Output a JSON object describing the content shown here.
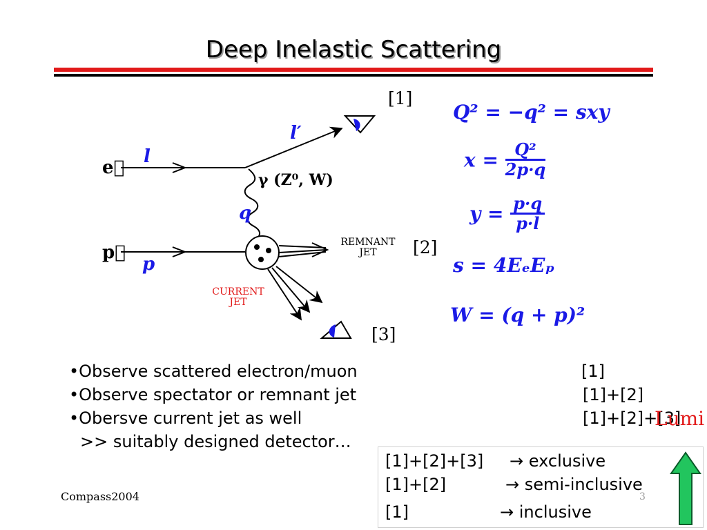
{
  "slide": {
    "title": "Deep Inelastic Scattering",
    "footer": "Compass2004",
    "page_number": "3"
  },
  "diagram": {
    "lepton_in_label": "e⃗",
    "lepton_in_var": "l",
    "lepton_out_var": "l′",
    "proton_label": "p⃗",
    "proton_var": "p",
    "boson_label": "γ (Z⁰, W)",
    "boson_var": "q",
    "remnant_label_1": "REMNANT",
    "remnant_label_2": "JET",
    "current_label_1": "CURRENT",
    "current_label_2": "JET",
    "ref_1": "[1]",
    "ref_2": "[2]",
    "ref_3": "[3]",
    "colors": {
      "var": "#1a1ae6",
      "current": "#e21a1a",
      "line": "#000000",
      "detector_fill": "#1a1ae6"
    }
  },
  "formulas": {
    "q2": "Q² = −q² = sxy",
    "x_lhs": "x =",
    "x_num": "Q²",
    "x_den": "2p·q",
    "y_lhs": "y =",
    "y_num": "p·q",
    "y_den": "p·l",
    "s": "s = 4EₑEₚ",
    "w": "W = (q + p)²"
  },
  "bullets": [
    {
      "text": "Observe scattered electron/muon",
      "ref": "[1]"
    },
    {
      "text": "Observe spectator or remnant jet",
      "ref": "[1]+[2]"
    },
    {
      "text": "Obersve current jet as well",
      "ref": "[1]+[2]+[3]"
    }
  ],
  "bullet_note": ">> suitably designed detector…",
  "lumi_label": "Lumi",
  "summary_box": [
    {
      "refs": "[1]+[2]+[3]",
      "arrow": "→",
      "label": "exclusive"
    },
    {
      "refs": "[1]+[2]",
      "arrow": "→",
      "label": "semi-inclusive"
    },
    {
      "refs": "[1]",
      "arrow": "→",
      "label": "inclusive"
    }
  ],
  "arrow_color": "#22c55e"
}
